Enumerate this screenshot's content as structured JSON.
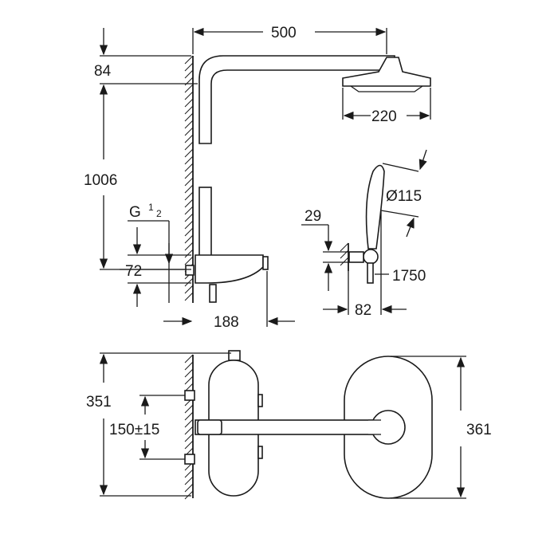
{
  "dimensions": {
    "width_total": "500",
    "arm_height": "84",
    "total_height": "1006",
    "thread": "G",
    "thread_fraction_num": "1",
    "thread_fraction_den": "2",
    "inlet_spacing": "72",
    "depth": "188",
    "head_diameter": "220",
    "hand_offset": "29",
    "hand_diameter": "Ø115",
    "hose_length": "1750",
    "holder_depth": "82",
    "plan_height": "351",
    "inlet_centers": "150±15",
    "head_plan_height": "361"
  }
}
